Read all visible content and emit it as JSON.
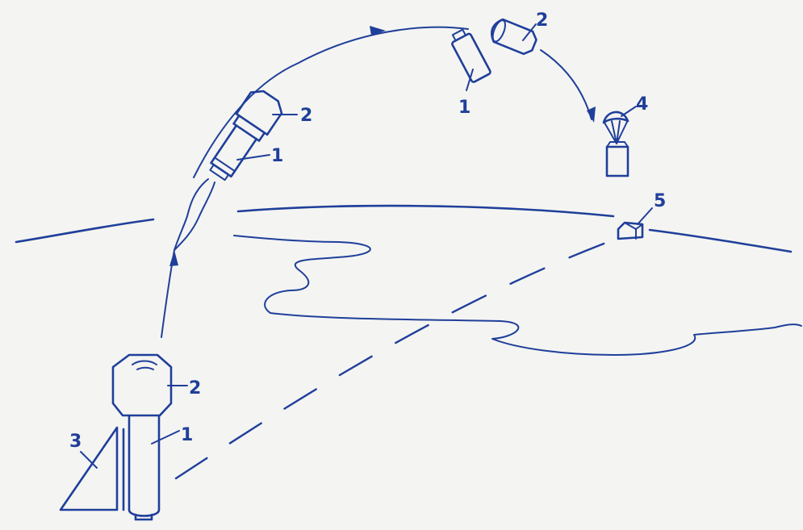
{
  "labels": {
    "launch_stage1": "1",
    "launch_stage2": "2",
    "launch_tower": "3",
    "flight_stage1": "1",
    "flight_stage2": "2",
    "separated_stage1": "1",
    "separated_stage2": "2",
    "parachute": "4",
    "landed_capsule": "5"
  },
  "colors": {
    "ink": "#1f3f9a",
    "paper": "#f4f4f2"
  }
}
